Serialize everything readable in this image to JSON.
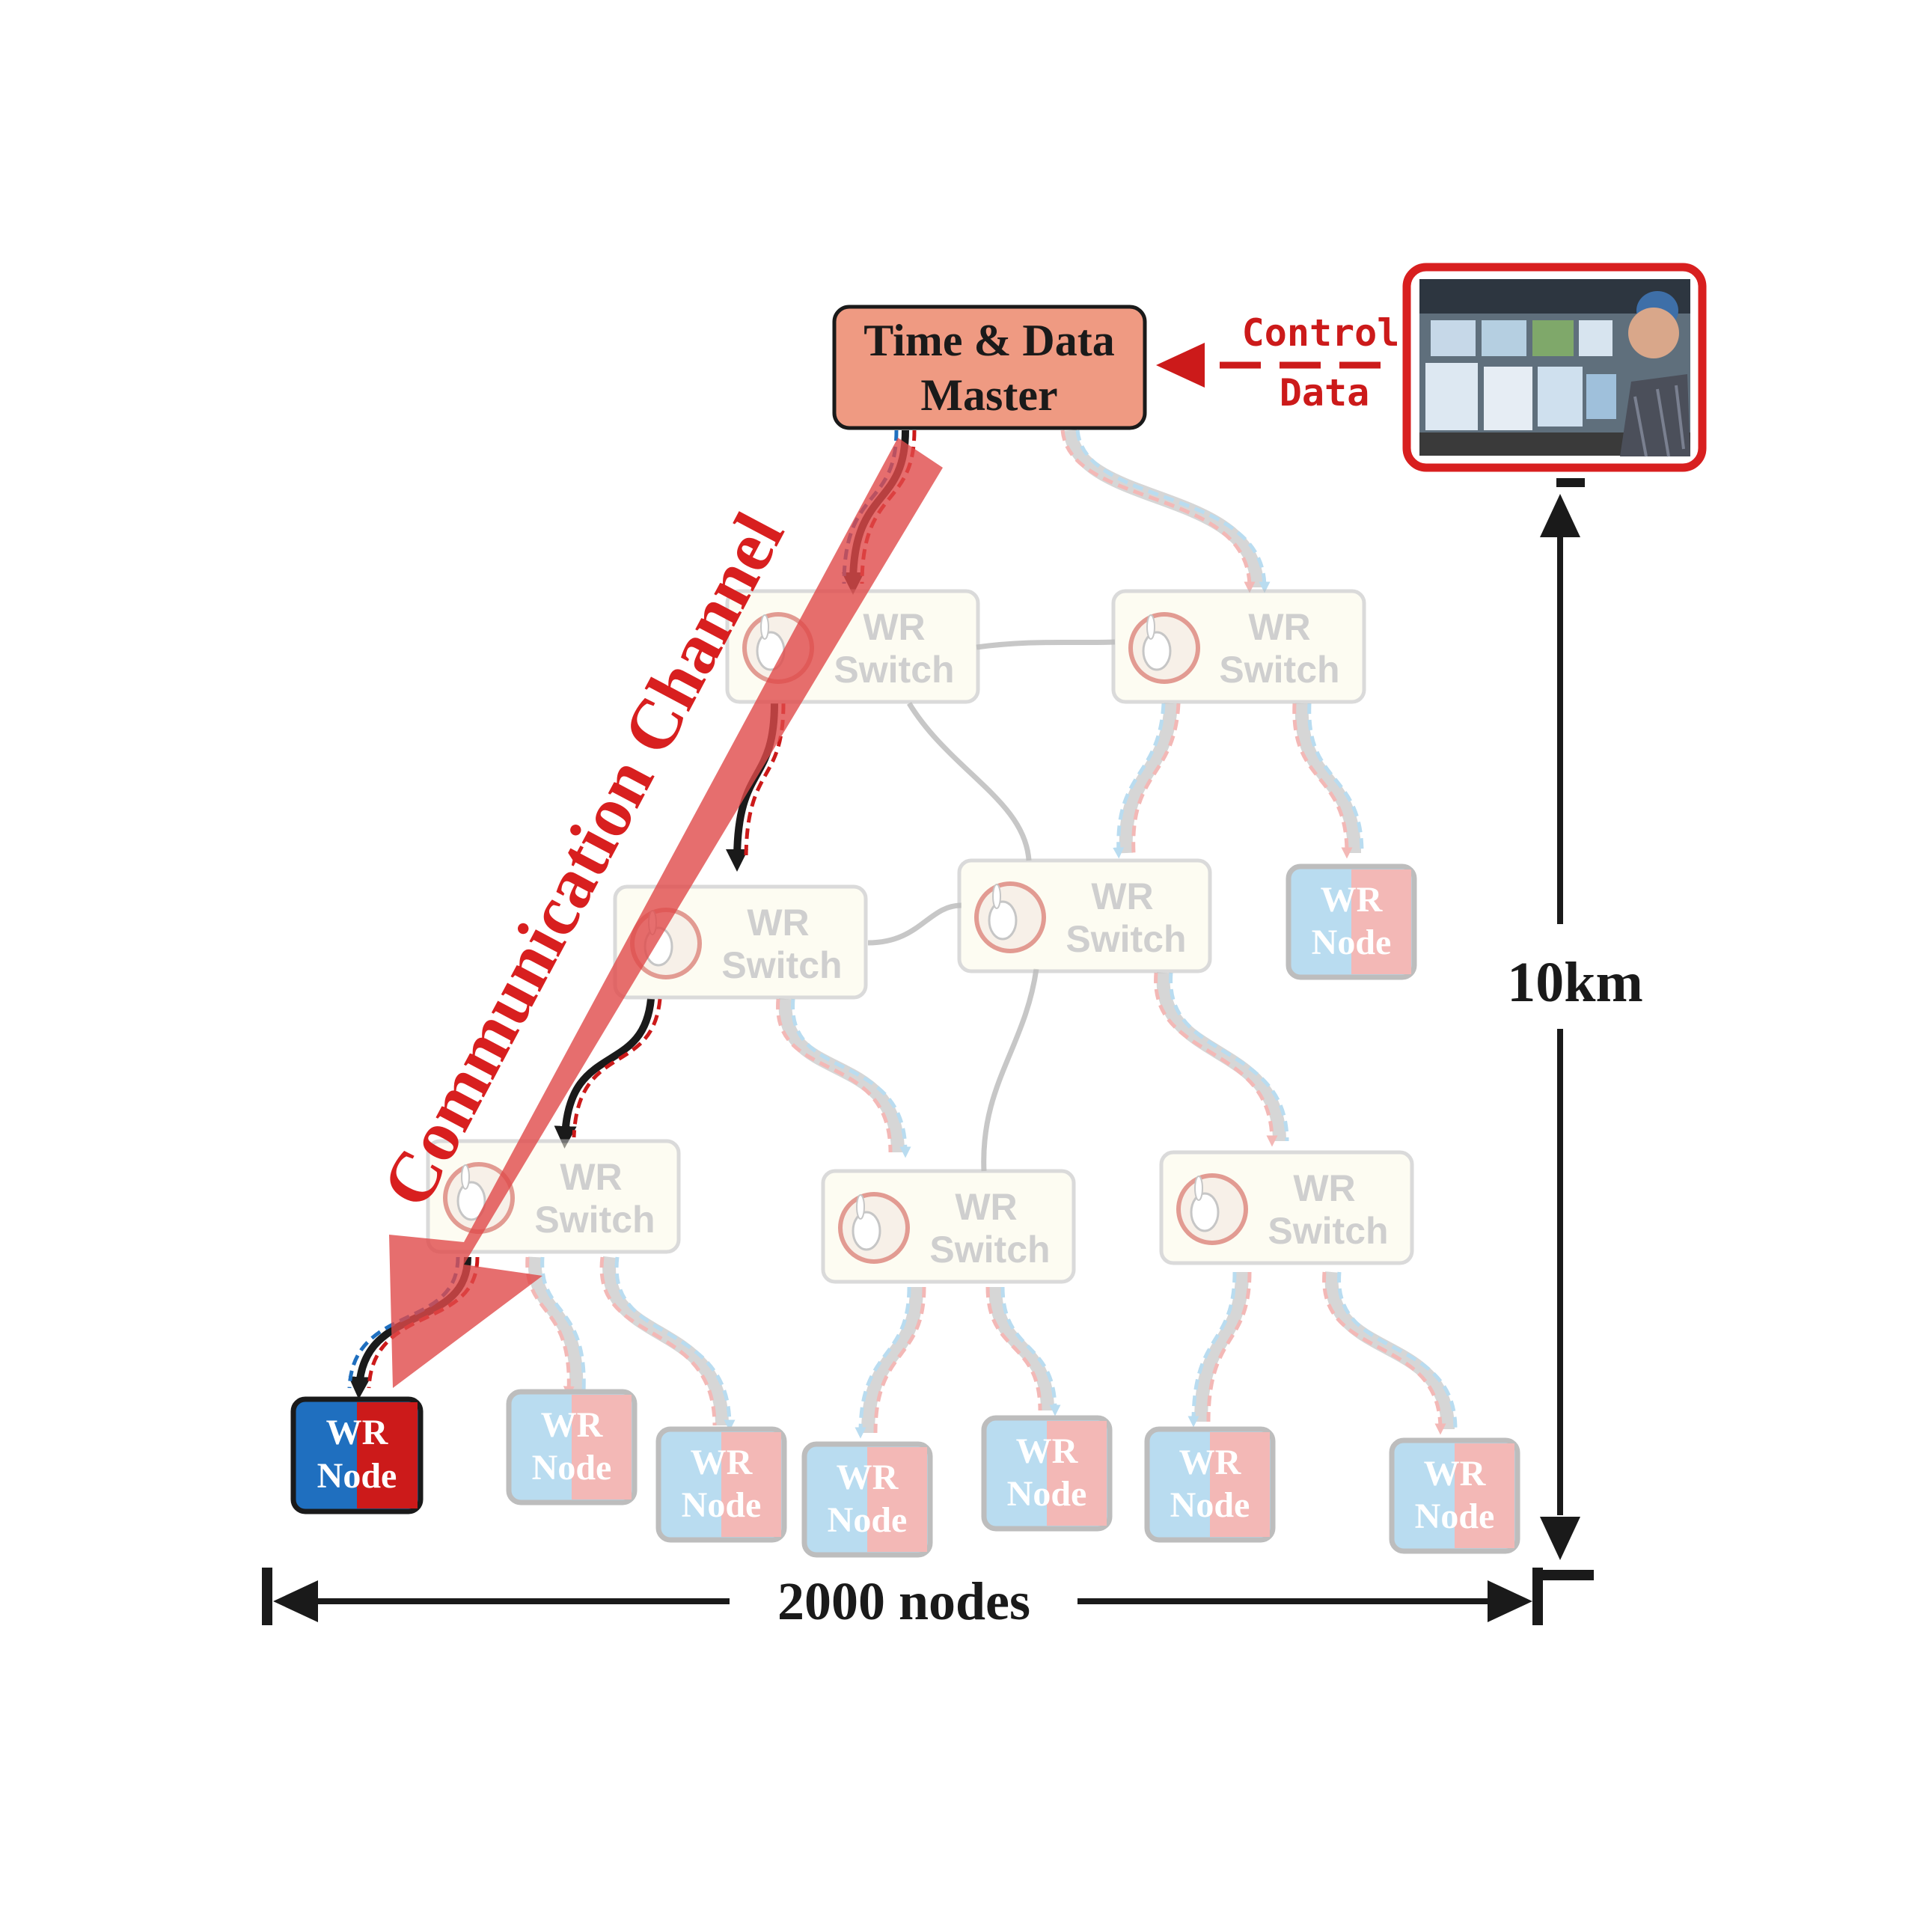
{
  "colors": {
    "master_fill": "#ef9a82",
    "dark_red": "#cc1a1a",
    "blue": "#1f6fbf",
    "light_blue": "#b9dcf0",
    "light_red": "#f3b8b6",
    "switch_fill": "#fdfbe9",
    "gray": "#c7c7c7",
    "black": "#1a1a1a"
  },
  "master": {
    "line1": "Time & Data",
    "line2": "Master"
  },
  "control": {
    "line1": "Control",
    "line2": "Data",
    "image_icon": "control-room-photo"
  },
  "channel_label": "Communication Channel",
  "switch_label": {
    "line1": "WR",
    "line2": "Switch",
    "icon": "rabbit-logo-icon"
  },
  "node_label": {
    "line1": "WR",
    "line2": "Node"
  },
  "dimensions": {
    "height_label": "10km",
    "width_label": "2000 nodes"
  }
}
